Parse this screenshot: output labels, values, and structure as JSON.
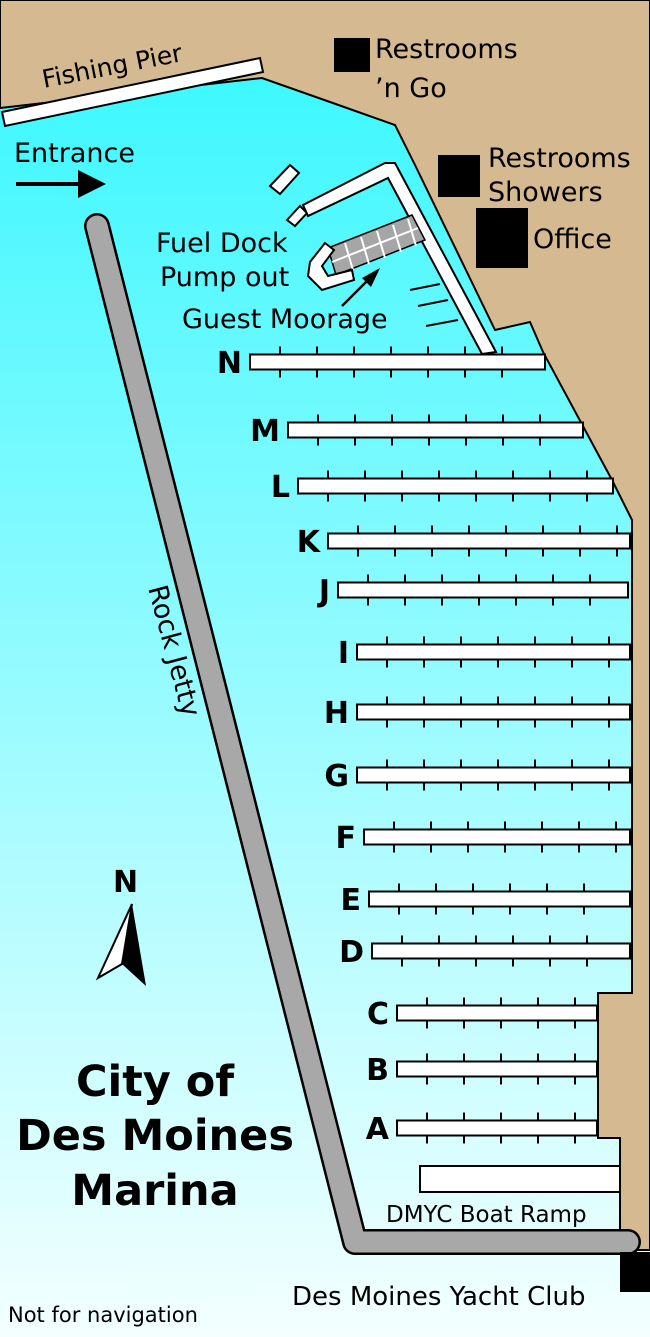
{
  "colors": {
    "water_top": "#33f7ff",
    "water_bottom": "#f4ffff",
    "land": "#d5b991",
    "jetty": "#a8a8a8",
    "outline": "#000000",
    "dock": "#ffffff",
    "guest_grid": "#a6a6a6",
    "building": "#000000"
  },
  "labels": {
    "fishing_pier": "Fishing Pier",
    "restrooms_go_line1": "Restrooms",
    "restrooms_go_line2": "’n Go",
    "entrance": "Entrance",
    "restrooms_showers_line1": "Restrooms",
    "restrooms_showers_line2": "Showers",
    "office": "Office",
    "fuel_dock": "Fuel Dock",
    "pump_out": "Pump out",
    "guest_moorage": "Guest Moorage",
    "rock_jetty": "Rock Jetty",
    "north": "N",
    "title_line1": "City of",
    "title_line2": "Des Moines",
    "title_line3": "Marina",
    "boat_ramp": "DMYC Boat Ramp",
    "yacht_club": "Des Moines Yacht Club",
    "disclaimer": "Not for navigation"
  },
  "docks": [
    {
      "letter": "N"
    },
    {
      "letter": "M"
    },
    {
      "letter": "L"
    },
    {
      "letter": "K"
    },
    {
      "letter": "J"
    },
    {
      "letter": "I"
    },
    {
      "letter": "H"
    },
    {
      "letter": "G"
    },
    {
      "letter": "F"
    },
    {
      "letter": "E"
    },
    {
      "letter": "D"
    },
    {
      "letter": "C"
    },
    {
      "letter": "B"
    },
    {
      "letter": "A"
    }
  ]
}
